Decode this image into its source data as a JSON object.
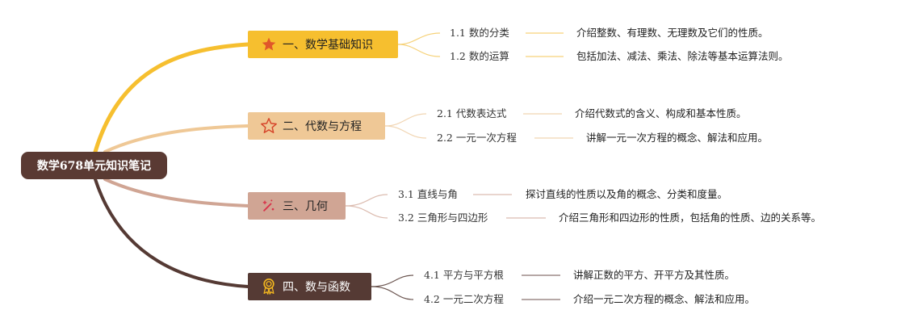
{
  "root": {
    "title": "数学678单元知识笔记"
  },
  "branches": [
    {
      "label": "一、数学基础知识",
      "icon": "star-filled-icon",
      "color": "#f6bf2f",
      "items": [
        {
          "label": "1.1 数的分类",
          "desc": "介绍整数、有理数、无理数及它们的性质。"
        },
        {
          "label": "1.2 数的运算",
          "desc": "包括加法、减法、乘法、除法等基本运算法则。"
        }
      ]
    },
    {
      "label": "二、代数与方程",
      "icon": "star-outline-icon",
      "color": "#efc896",
      "items": [
        {
          "label": "2.1 代数表达式",
          "desc": "介绍代数式的含义、构成和基本性质。"
        },
        {
          "label": "2.2 一元一次方程",
          "desc": "讲解一元一次方程的概念、解法和应用。"
        }
      ]
    },
    {
      "label": "三、几何",
      "icon": "magic-wand-icon",
      "color": "#d0a594",
      "items": [
        {
          "label": "3.1 直线与角",
          "desc": "探讨直线的性质以及角的概念、分类和度量。"
        },
        {
          "label": "3.2 三角形与四边形",
          "desc": "介绍三角形和四边形的性质，包括角的性质、边的关系等。"
        }
      ]
    },
    {
      "label": "四、数与函数",
      "icon": "medal-icon",
      "color": "#553a34",
      "items": [
        {
          "label": "4.1 平方与平方根",
          "desc": "讲解正数的平方、开平方及其性质。"
        },
        {
          "label": "4.2 一元二次方程",
          "desc": "介绍一元二次方程的概念、解法和应用。"
        }
      ]
    }
  ]
}
